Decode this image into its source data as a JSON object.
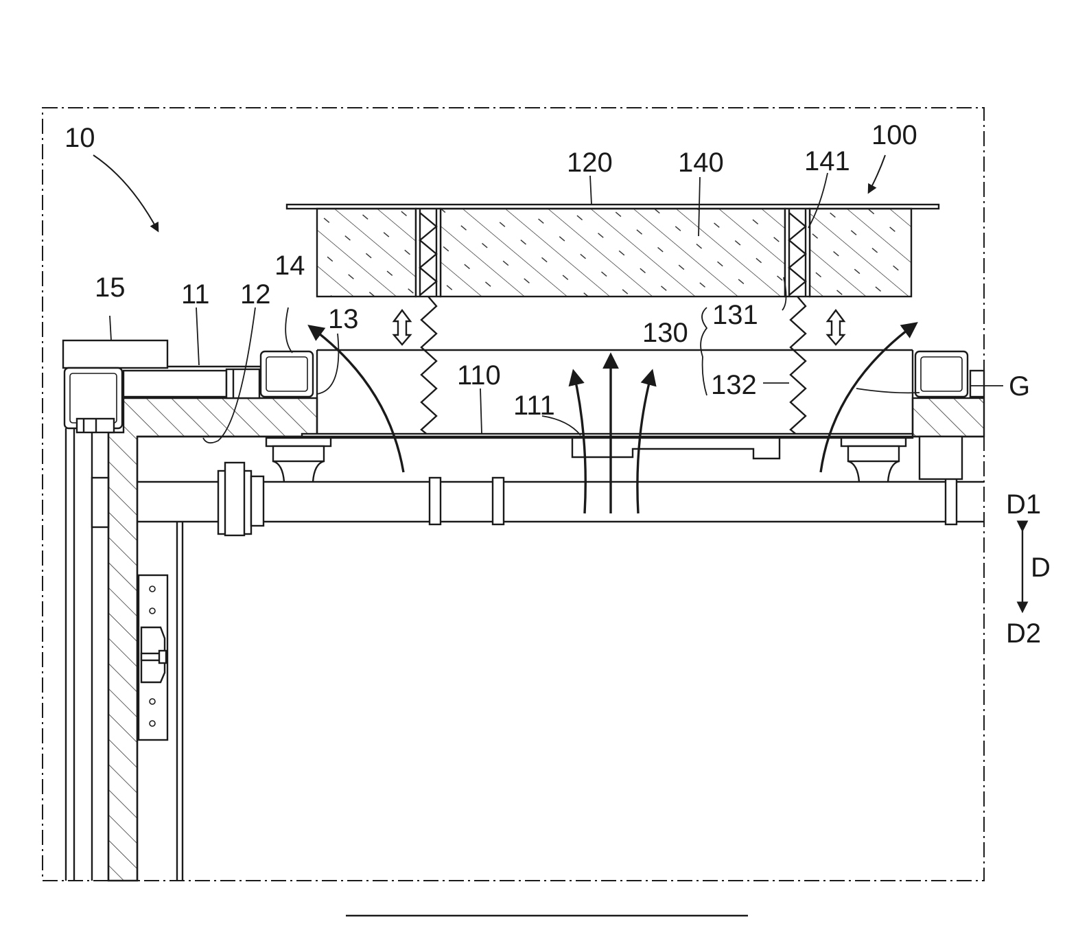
{
  "figure": {
    "labels": {
      "assembly": "10",
      "module": "100",
      "part_11": "11",
      "part_12": "12",
      "part_13": "13",
      "part_14": "14",
      "part_15": "15",
      "part_110": "110",
      "part_111": "111",
      "part_120": "120",
      "part_130": "130",
      "part_131": "131",
      "part_132": "132",
      "part_140": "140",
      "part_141": "141",
      "gap": "G",
      "dir_d1": "D1",
      "dir_d": "D",
      "dir_d2": "D2"
    }
  }
}
